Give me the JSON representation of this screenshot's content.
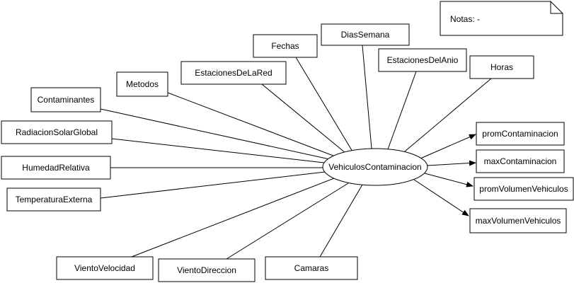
{
  "note": {
    "text": "Notas: -"
  },
  "center": {
    "id": "center",
    "label": "VehiculosContaminacion"
  },
  "inputs": [
    {
      "id": "contaminantes",
      "label": "Contaminantes"
    },
    {
      "id": "metodos",
      "label": "Metodos"
    },
    {
      "id": "estaciones-red",
      "label": "EstacionesDeLaRed"
    },
    {
      "id": "fechas",
      "label": "Fechas"
    },
    {
      "id": "dias-semana",
      "label": "DiasSemana"
    },
    {
      "id": "estaciones-anio",
      "label": "EstacionesDelAnio"
    },
    {
      "id": "horas",
      "label": "Horas"
    },
    {
      "id": "radiacion",
      "label": "RadiacionSolarGlobal"
    },
    {
      "id": "humedad",
      "label": "HumedadRelativa"
    },
    {
      "id": "temperatura",
      "label": "TemperaturaExterna"
    },
    {
      "id": "viento-velocidad",
      "label": "VientoVelocidad"
    },
    {
      "id": "viento-direccion",
      "label": "VientoDireccion"
    },
    {
      "id": "camaras",
      "label": "Camaras"
    }
  ],
  "outputs": [
    {
      "id": "prom-contaminacion",
      "label": "promContaminacion"
    },
    {
      "id": "max-contaminacion",
      "label": "maxContaminacion"
    },
    {
      "id": "prom-volumen",
      "label": "promVolumenVehiculos"
    },
    {
      "id": "max-volumen",
      "label": "maxVolumenVehiculos"
    }
  ]
}
